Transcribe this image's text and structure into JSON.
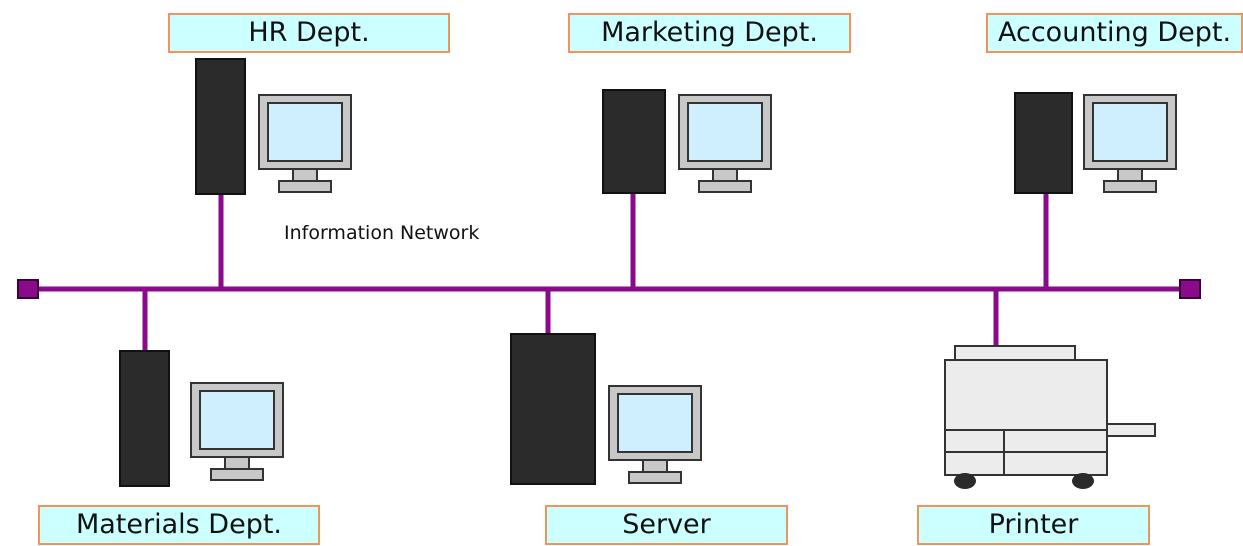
{
  "diagram": {
    "network_label": "Information Network",
    "nodes": {
      "hr": {
        "label": "HR Dept.",
        "icon": "computer-icon"
      },
      "marketing": {
        "label": "Marketing Dept.",
        "icon": "computer-icon"
      },
      "accounting": {
        "label": "Accounting Dept.",
        "icon": "computer-icon"
      },
      "materials": {
        "label": "Materials Dept.",
        "icon": "computer-icon"
      },
      "server": {
        "label": "Server",
        "icon": "server-icon"
      },
      "printer": {
        "label": "Printer",
        "icon": "printer-icon"
      }
    },
    "colors": {
      "bus": "#8b0a8b",
      "label_fill": "#ccffff",
      "label_border": "#f0955a",
      "tower": "#2b2b2b",
      "monitor_frame": "#c8c8c8",
      "screen": "#cfefff",
      "printer_body": "#ececec"
    }
  }
}
